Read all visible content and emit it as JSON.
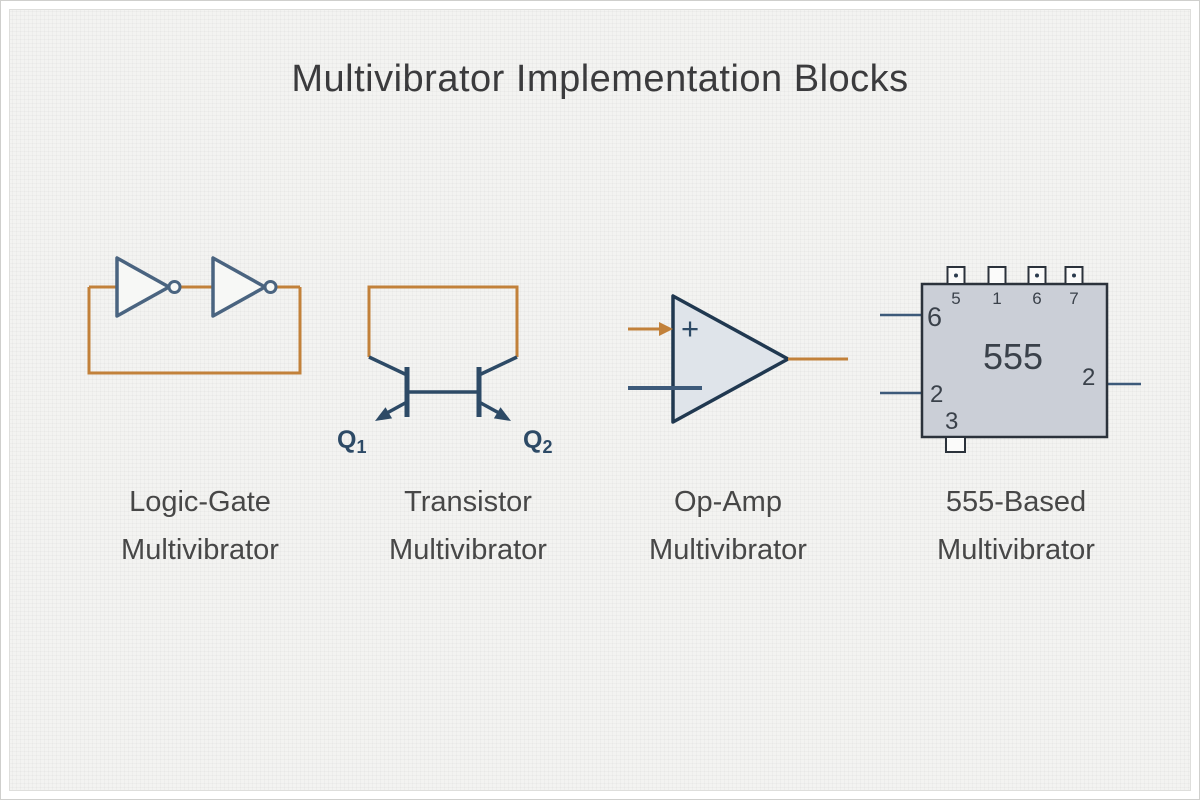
{
  "title": "Multivibrator Implementation Blocks",
  "colors": {
    "wire": "#c2813a",
    "gate_stroke": "#4a6480",
    "transistor": "#2d4a66",
    "opamp_stroke": "#203850",
    "opamp_fill": "#dfe4ea",
    "ic_fill": "#cbcfd7",
    "ic_stroke": "#2b323b",
    "title_text": "#3b3b3d",
    "caption_text": "#474747"
  },
  "blocks": [
    {
      "id": "logic-gate",
      "caption_line1": "Logic-Gate",
      "caption_line2": "Multivibrator"
    },
    {
      "id": "transistor",
      "caption_line1": "Transistor",
      "caption_line2": "Multivibrator"
    },
    {
      "id": "op-amp",
      "caption_line1": "Op-Amp",
      "caption_line2": "Multivibrator"
    },
    {
      "id": "555-based",
      "caption_line1": "555-Based",
      "caption_line2": "Multivibrator"
    }
  ],
  "transistor": {
    "q1": {
      "base": "Q",
      "sub": "1"
    },
    "q2": {
      "base": "Q",
      "sub": "2"
    }
  },
  "opamp": {
    "plus_sign": "+"
  },
  "ic555": {
    "chip_label": "555",
    "top_pin_labels": [
      "5",
      "1",
      "6",
      "7"
    ],
    "inner_left_labels": [
      "6",
      "2",
      "3"
    ],
    "inner_right_label": "2"
  }
}
